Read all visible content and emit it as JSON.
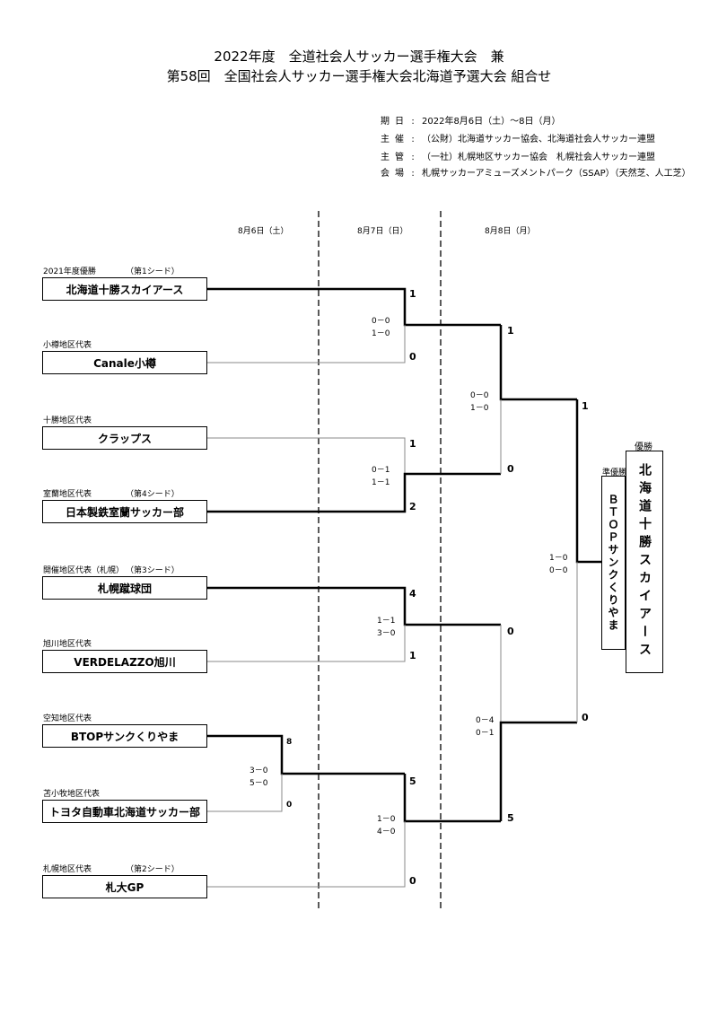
{
  "header": {
    "title_line1": "2022年度　全道社会人サッカー選手権大会　兼",
    "title_line2": "第58回　全国社会人サッカー選手権大会北海道予選大会 組合せ"
  },
  "info": [
    {
      "label": "期日",
      "sep": ":",
      "value": "2022年8月6日（土）～8日（月）"
    },
    {
      "label": "主催",
      "sep": ":",
      "value": "（公財）北海道サッカー協会、北海道社会人サッカー連盟"
    },
    {
      "label": "主管",
      "sep": ":",
      "value": "（一社）札幌地区サッカー協会　札幌社会人サッカー連盟"
    },
    {
      "label": "会場",
      "sep": ":",
      "value": "札幌サッカーアミューズメントパーク（SSAP）（天然芝、人工芝）"
    }
  ],
  "dates": [
    "8月6日（土）",
    "8月7日（日）",
    "8月8日（月）"
  ],
  "teams": [
    {
      "region": "2021年度優勝",
      "seed": "（第1シード）",
      "name": "北海道十勝スカイアース"
    },
    {
      "region": "小樽地区代表",
      "seed": "",
      "name": "Canale小樽"
    },
    {
      "region": "十勝地区代表",
      "seed": "",
      "name": "クラップス"
    },
    {
      "region": "室蘭地区代表",
      "seed": "（第4シード）",
      "name": "日本製鉄室蘭サッカー部"
    },
    {
      "region": "開催地区代表（札幌）",
      "seed": "（第3シード）",
      "name": "札幌蹴球団"
    },
    {
      "region": "旭川地区代表",
      "seed": "",
      "name": "VERDELAZZO旭川"
    },
    {
      "region": "空知地区代表",
      "seed": "",
      "name": "BTOPサンクくりやま"
    },
    {
      "region": "苫小牧地区代表",
      "seed": "",
      "name": "トヨタ自動車北海道サッカー部"
    },
    {
      "region": "札幌地区代表",
      "seed": "（第2シード）",
      "name": "札大GP"
    }
  ],
  "scores": {
    "r0": {
      "top": "8",
      "bottom": "0",
      "halves": [
        "3－0",
        "5－0"
      ]
    },
    "m1": {
      "top": "1",
      "bottom": "0",
      "halves": [
        "0－0",
        "1－0"
      ]
    },
    "m2": {
      "top": "1",
      "bottom": "2",
      "halves": [
        "0－1",
        "1－1"
      ]
    },
    "m3": {
      "top": "4",
      "bottom": "1",
      "halves": [
        "1－1",
        "3－0"
      ]
    },
    "m4": {
      "top": "5",
      "bottom": "0",
      "halves": [
        "1－0",
        "4－0"
      ]
    },
    "s1": {
      "top": "1",
      "bottom": "0",
      "halves": [
        "0－0",
        "1－0"
      ]
    },
    "s2": {
      "top": "0",
      "bottom": "5",
      "halves": [
        "0－4",
        "0－1"
      ]
    },
    "f": {
      "top": "1",
      "bottom": "0",
      "halves": [
        "1－0",
        "0－0"
      ]
    }
  },
  "results": {
    "champion_label": "優勝",
    "champion": "北海道十勝スカイアース",
    "runner_up_label": "準優勝",
    "runner_up": "ＢＴＯＰサンクくりやま"
  }
}
